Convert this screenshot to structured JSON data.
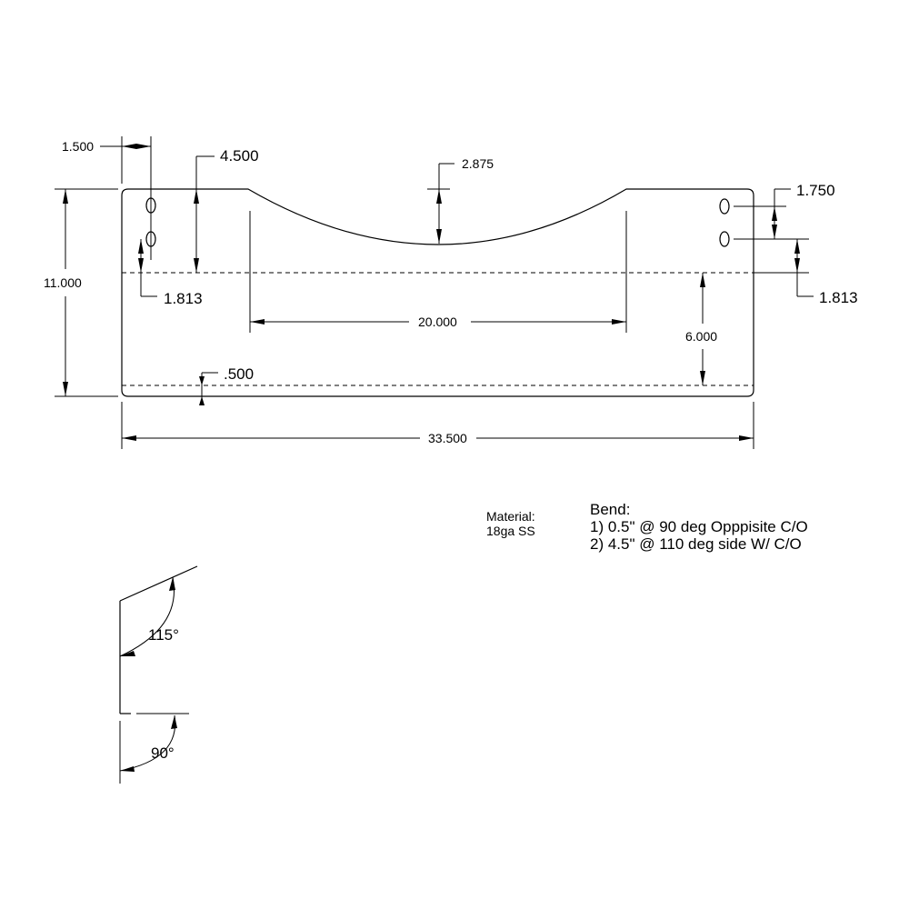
{
  "drawing": {
    "dimensions": {
      "hole_offset_x": "1.500",
      "slot_depth": "4.500",
      "cutout_depth": "2.875",
      "slot_spacing_right": "1.750",
      "slot_to_bend_left": "1.813",
      "slot_to_bend_right": "1.813",
      "overall_height": "11.000",
      "cutout_width": "20.000",
      "bend_height": "6.000",
      "hem": ".500",
      "overall_width": "33.500"
    },
    "angles": {
      "upper": "115°",
      "lower": "90°"
    }
  },
  "notes": {
    "material_label": "Material:",
    "material_value": "18ga SS",
    "bend_title": "Bend:",
    "bend_lines": [
      "1) 0.5\" @ 90 deg Opppisite C/O",
      "2) 4.5\" @ 110 deg side W/ C/O"
    ]
  }
}
